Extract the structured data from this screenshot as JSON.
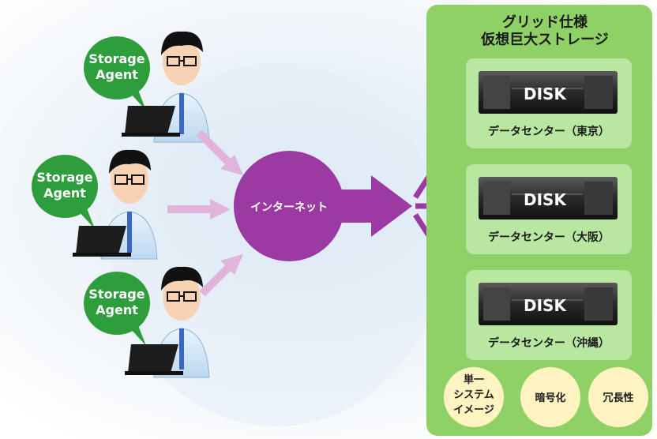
{
  "users": [
    {
      "bubble_line1": "Storage",
      "bubble_line2": "Agent"
    },
    {
      "bubble_line1": "Storage",
      "bubble_line2": "Agent"
    },
    {
      "bubble_line1": "Storage",
      "bubble_line2": "Agent"
    }
  ],
  "internet": {
    "label": "インターネット"
  },
  "storage": {
    "title_line1": "グリッド仕様",
    "title_line2": "仮想巨大ストレージ",
    "datacenters": [
      {
        "disk_label": "DISK",
        "name": "データセンター（東京）"
      },
      {
        "disk_label": "DISK",
        "name": "データセンター（大阪）"
      },
      {
        "disk_label": "DISK",
        "name": "データセンター（沖縄）"
      }
    ],
    "features": [
      {
        "line1": "単一",
        "line2": "システム",
        "line3": "イメージ"
      },
      {
        "line1": "暗号化"
      },
      {
        "line1": "冗長性"
      }
    ]
  },
  "colors": {
    "bubble_green": "#2e9e3c",
    "panel_green": "#8fd167",
    "internet_purple": "#9b3aa2",
    "arrow_purple": "#9b3aa2",
    "arrow_light": "#e2b4dc",
    "feature_beige": "#fff3c2"
  }
}
